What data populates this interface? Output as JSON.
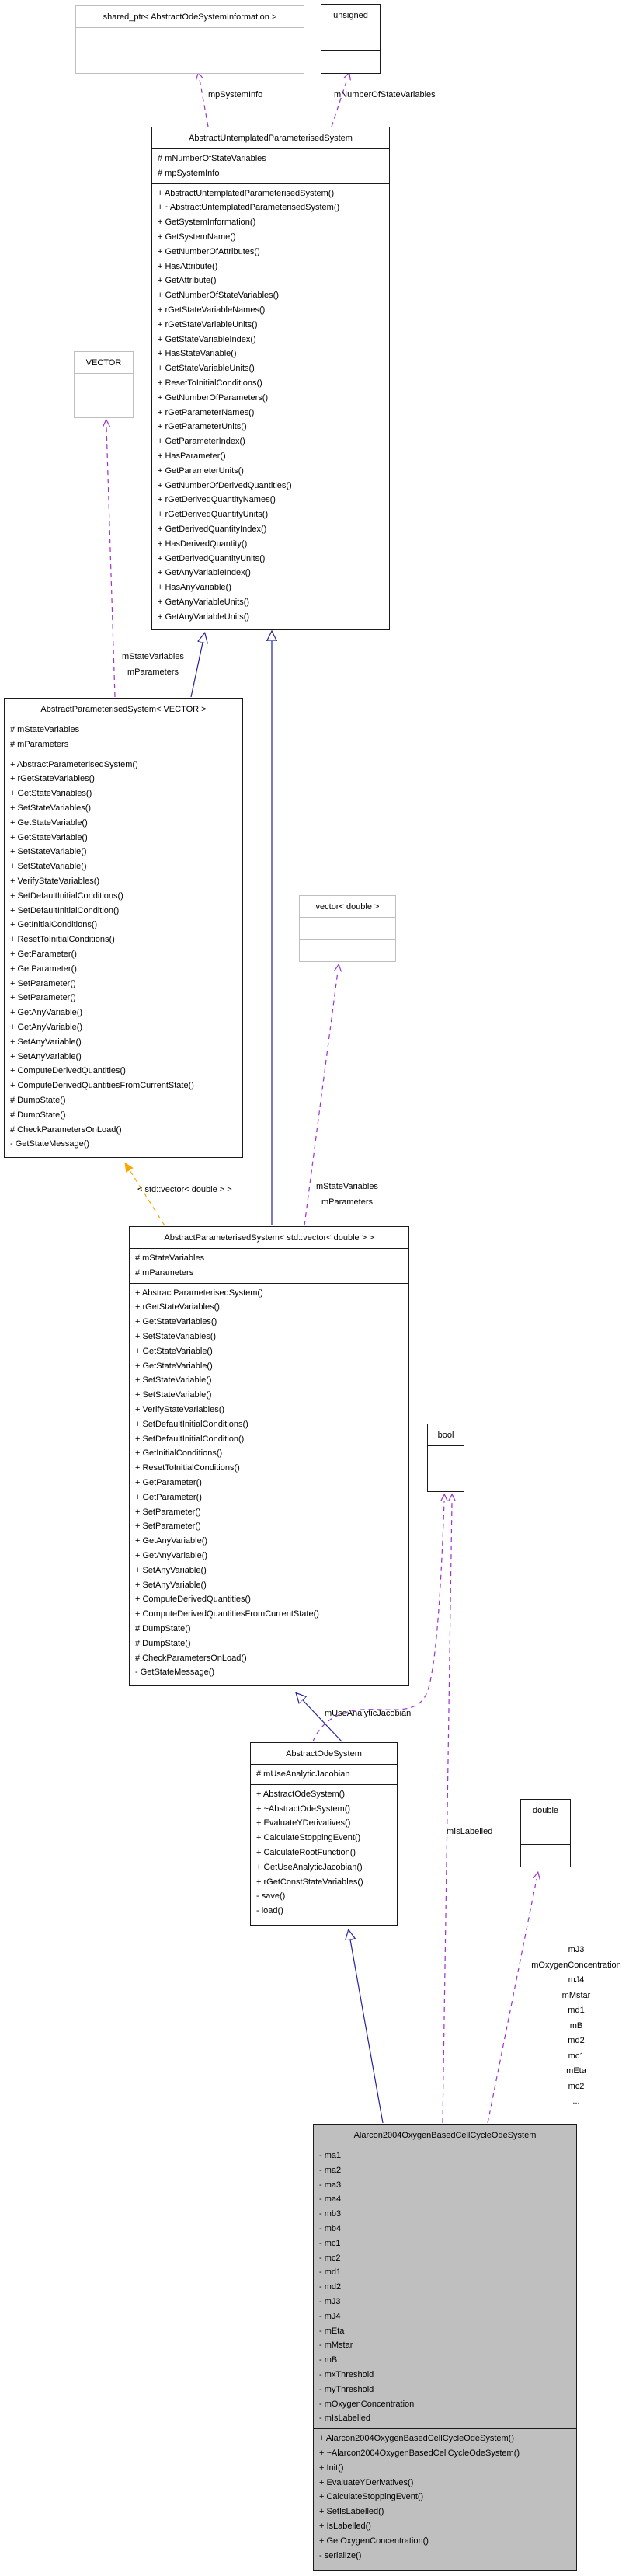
{
  "colors": {
    "usage_edge": "#9a32cd",
    "inheritance_edge": "#23239c",
    "template_edge": "#ffa500",
    "class_border": "#1a1a1a",
    "external_border": "#bfbfbf",
    "highlight_fill": "#bfbfbf"
  },
  "classes": [
    {
      "name": "shared_ptr< AbstractOdeSystemInformation >"
    },
    {
      "name": "unsigned"
    },
    {
      "name": "AbstractUntemplatedParameterisedSystem",
      "fields": [
        "# mNumberOfStateVariables",
        "# mpSystemInfo"
      ],
      "methods": [
        "+ AbstractUntemplatedParameterisedSystem()",
        "+ ~AbstractUntemplatedParameterisedSystem()",
        "+ GetSystemInformation()",
        "+ GetSystemName()",
        "+ GetNumberOfAttributes()",
        "+ HasAttribute()",
        "+ GetAttribute()",
        "+ GetNumberOfStateVariables()",
        "+ rGetStateVariableNames()",
        "+ rGetStateVariableUnits()",
        "+ GetStateVariableIndex()",
        "+ HasStateVariable()",
        "+ GetStateVariableUnits()",
        "+ ResetToInitialConditions()",
        "+ GetNumberOfParameters()",
        "+ rGetParameterNames()",
        "+ rGetParameterUnits()",
        "+ GetParameterIndex()",
        "+ HasParameter()",
        "+ GetParameterUnits()",
        "+ GetNumberOfDerivedQuantities()",
        "+ rGetDerivedQuantityNames()",
        "+ rGetDerivedQuantityUnits()",
        "+ GetDerivedQuantityIndex()",
        "+ HasDerivedQuantity()",
        "+ GetDerivedQuantityUnits()",
        "+ GetAnyVariableIndex()",
        "+ HasAnyVariable()",
        "+ GetAnyVariableUnits()",
        "+ GetAnyVariableUnits()"
      ]
    },
    {
      "name": "VECTOR"
    },
    {
      "name": "AbstractParameterisedSystem< VECTOR >",
      "fields": [
        "# mStateVariables",
        "# mParameters"
      ],
      "methods": [
        "+ AbstractParameterisedSystem()",
        "+ rGetStateVariables()",
        "+ GetStateVariables()",
        "+ SetStateVariables()",
        "+ GetStateVariable()",
        "+ GetStateVariable()",
        "+ SetStateVariable()",
        "+ SetStateVariable()",
        "+ VerifyStateVariables()",
        "+ SetDefaultInitialConditions()",
        "+ SetDefaultInitialCondition()",
        "+ GetInitialConditions()",
        "+ ResetToInitialConditions()",
        "+ GetParameter()",
        "+ GetParameter()",
        "+ SetParameter()",
        "+ SetParameter()",
        "+ GetAnyVariable()",
        "+ GetAnyVariable()",
        "+ SetAnyVariable()",
        "+ SetAnyVariable()",
        "+ ComputeDerivedQuantities()",
        "+ ComputeDerivedQuantitiesFromCurrentState()",
        "# DumpState()",
        "# DumpState()",
        "# CheckParametersOnLoad()",
        "- GetStateMessage()"
      ]
    },
    {
      "name": "vector< double >"
    },
    {
      "name": "AbstractParameterisedSystem< std::vector< double > >",
      "fields": [
        "# mStateVariables",
        "# mParameters"
      ],
      "methods": [
        "+ AbstractParameterisedSystem()",
        "+ rGetStateVariables()",
        "+ GetStateVariables()",
        "+ SetStateVariables()",
        "+ GetStateVariable()",
        "+ GetStateVariable()",
        "+ SetStateVariable()",
        "+ SetStateVariable()",
        "+ VerifyStateVariables()",
        "+ SetDefaultInitialConditions()",
        "+ SetDefaultInitialCondition()",
        "+ GetInitialConditions()",
        "+ ResetToInitialConditions()",
        "+ GetParameter()",
        "+ GetParameter()",
        "+ SetParameter()",
        "+ SetParameter()",
        "+ GetAnyVariable()",
        "+ GetAnyVariable()",
        "+ SetAnyVariable()",
        "+ SetAnyVariable()",
        "+ ComputeDerivedQuantities()",
        "+ ComputeDerivedQuantitiesFromCurrentState()",
        "# DumpState()",
        "# DumpState()",
        "# CheckParametersOnLoad()",
        "- GetStateMessage()"
      ]
    },
    {
      "name": "bool"
    },
    {
      "name": "AbstractOdeSystem",
      "fields": [
        "# mUseAnalyticJacobian"
      ],
      "methods": [
        "+ AbstractOdeSystem()",
        "+ ~AbstractOdeSystem()",
        "+ EvaluateYDerivatives()",
        "+ CalculateStoppingEvent()",
        "+ CalculateRootFunction()",
        "+ GetUseAnalyticJacobian()",
        "+ rGetConstStateVariables()",
        "- save()",
        "- load()"
      ]
    },
    {
      "name": "double"
    },
    {
      "name": "Alarcon2004OxygenBasedCellCycleOdeSystem",
      "fields": [
        "- ma1",
        "- ma2",
        "- ma3",
        "- ma4",
        "- mb3",
        "- mb4",
        "- mc1",
        "- mc2",
        "- md1",
        "- md2",
        "- mJ3",
        "- mJ4",
        "- mEta",
        "- mMstar",
        "- mB",
        "- mxThreshold",
        "- myThreshold",
        "- mOxygenConcentration",
        "- mIsLabelled"
      ],
      "methods": [
        "+ Alarcon2004OxygenBasedCellCycleOdeSystem()",
        "+ ~Alarcon2004OxygenBasedCellCycleOdeSystem()",
        "+ Init()",
        "+ EvaluateYDerivatives()",
        "+ CalculateStoppingEvent()",
        "+ SetIsLabelled()",
        "+ IsLabelled()",
        "+ GetOxygenConcentration()",
        "- serialize()"
      ]
    }
  ],
  "edge_labels": {
    "mp_system_info": "mpSystemInfo",
    "m_number_of_state_variables": "mNumberOfStateVariables",
    "state_vars_left": [
      "mStateVariables",
      "mParameters"
    ],
    "template_instance": "< std::vector< double > >",
    "state_vars_right": [
      "mStateVariables",
      "mParameters"
    ],
    "m_use_analytic_jacobian": "mUseAnalyticJacobian",
    "m_is_labelled": "mIsLabelled",
    "double_members": [
      "mJ3",
      "mOxygenConcentration",
      "mJ4",
      "mMstar",
      "md1",
      "mB",
      "md2",
      "mc1",
      "mEta",
      "mc2",
      "..."
    ]
  }
}
